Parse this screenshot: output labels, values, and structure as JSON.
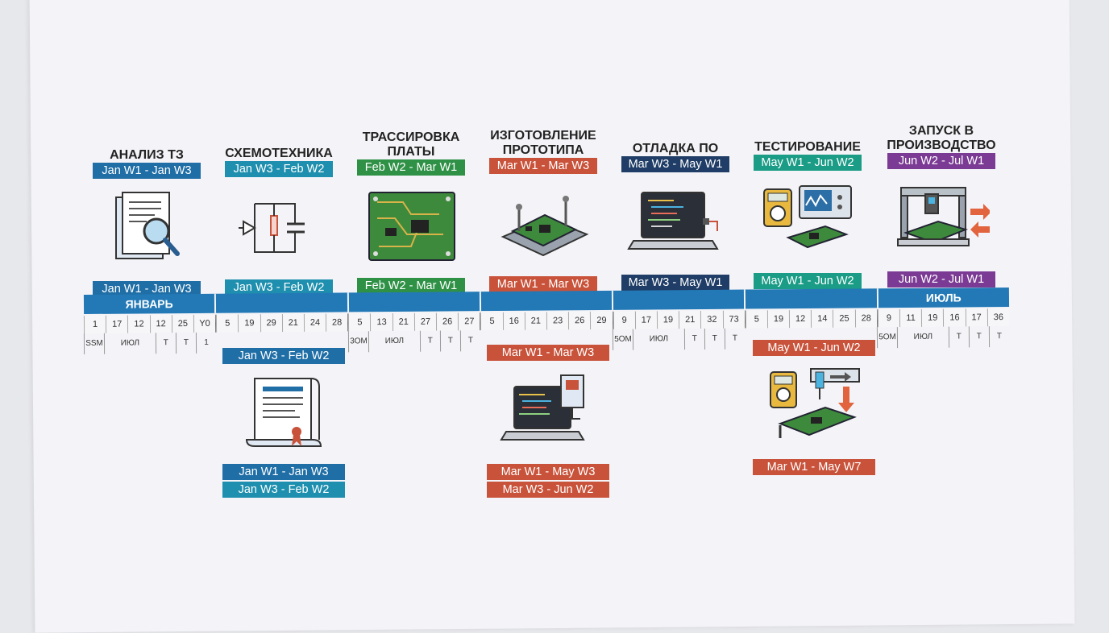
{
  "phases": [
    {
      "title": "АНАЛИЗ ТЗ",
      "top_label": "Jan W1 - Jan W3",
      "bottom_label": "Jan W1 - Jan W3",
      "color": "#1f6ea6",
      "icon": "document-magnifier-icon"
    },
    {
      "title": "СХЕМОТЕХНИКА",
      "top_label": "Jan W3 - Feb W2",
      "bottom_label": "Jan W3 - Feb W2",
      "color": "#1e8fae",
      "icon": "circuit-schematic-icon"
    },
    {
      "title": "ТРАССИРОВКА ПЛАТЫ",
      "top_label": "Feb W2 - Mar W1",
      "bottom_label": "Feb W2 - Mar W1",
      "color": "#2f9146",
      "icon": "pcb-board-icon"
    },
    {
      "title": "ИЗГОТОВЛЕНИЕ ПРОТОТИПА",
      "top_label": "Mar W1 - Mar W3",
      "bottom_label": "Mar W1 - Mar W3",
      "color": "#c8523a",
      "icon": "prototype-board-icon"
    },
    {
      "title": "ОТЛАДКА ПО",
      "top_label": "Mar W3 - May W1",
      "bottom_label": "Mar W3 - May W1",
      "color": "#1f3d66",
      "icon": "laptop-code-icon"
    },
    {
      "title": "ТЕСТИРОВАНИЕ",
      "top_label": "May W1 - Jun W2",
      "bottom_label": "May W1 - Jun W2",
      "color": "#1a9c86",
      "icon": "test-equipment-icon"
    },
    {
      "title": "ЗАПУСК В ПРОИЗВОДСТВО",
      "top_label": "Jun W2 - Jul W1",
      "bottom_label": "Jun W2 - Jul W1",
      "color": "#7b3a94",
      "icon": "production-machine-icon"
    }
  ],
  "timeline": {
    "months": [
      "ЯНВАРЬ",
      "",
      "",
      "",
      "",
      "",
      "ИЮЛЬ"
    ],
    "days": [
      [
        "1",
        "17",
        "12",
        "12",
        "25",
        "Y0"
      ],
      [
        "5",
        "19",
        "29",
        "21",
        "24",
        "28"
      ],
      [
        "5",
        "13",
        "21",
        "27",
        "26",
        "27"
      ],
      [
        "5",
        "16",
        "21",
        "23",
        "26",
        "29"
      ],
      [
        "9",
        "17",
        "19",
        "21",
        "32",
        "73"
      ],
      [
        "5",
        "19",
        "12",
        "14",
        "25",
        "28"
      ],
      [
        "9",
        "11",
        "19",
        "16",
        "17",
        "36"
      ]
    ],
    "weeks": [
      [
        "SSM",
        "ИЮЛ",
        "T",
        "T",
        "1"
      ],
      [
        "",
        "",
        "",
        "",
        ""
      ],
      [
        "3OM",
        "ИЮЛ",
        "T",
        "T",
        "T"
      ],
      [
        "",
        "",
        "",
        "",
        ""
      ],
      [
        "5OM",
        "ИЮЛ",
        "T",
        "T",
        "T"
      ],
      [
        "",
        "",
        "",
        "",
        ""
      ],
      [
        "5OM",
        "ИЮЛ",
        "T",
        "T",
        "T"
      ]
    ]
  },
  "lower": {
    "schematic_doc": {
      "label_top": "Jan W3 - Feb W2",
      "icon": "document-scroll-icon",
      "labels": [
        "Jan W1 - Jan W3",
        "Jan W3 - Feb W2"
      ]
    },
    "laptop_debug": {
      "label_top": "Mar W1 - Mar W3",
      "icon": "laptop-code-icon",
      "labels": [
        "Mar W1 - May W3",
        "Mar W3 - Jun W2"
      ]
    },
    "test_station": {
      "label_top": "May W1 - Jun W2",
      "icon": "test-station-icon",
      "labels": [
        "Mar W1 - May W7"
      ]
    }
  },
  "colors": {
    "blue": "#1f6ea6",
    "teal": "#1e8fae",
    "green": "#2f9146",
    "red": "#c8523a",
    "navy": "#1f3d66",
    "tealgreen": "#1a9c86",
    "purple": "#7b3a94",
    "month_bar": "#2379b6"
  }
}
